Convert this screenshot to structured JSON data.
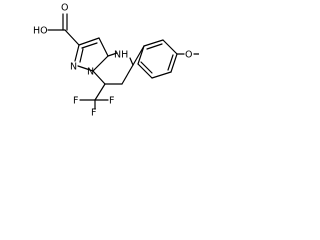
{
  "structure": {
    "labels": {
      "acid_group": "HO",
      "acid_o": "O",
      "nh": "NH",
      "n1": "N",
      "n2": "N",
      "ome": "O",
      "f1": "F",
      "f2": "F",
      "f3": "F"
    }
  }
}
